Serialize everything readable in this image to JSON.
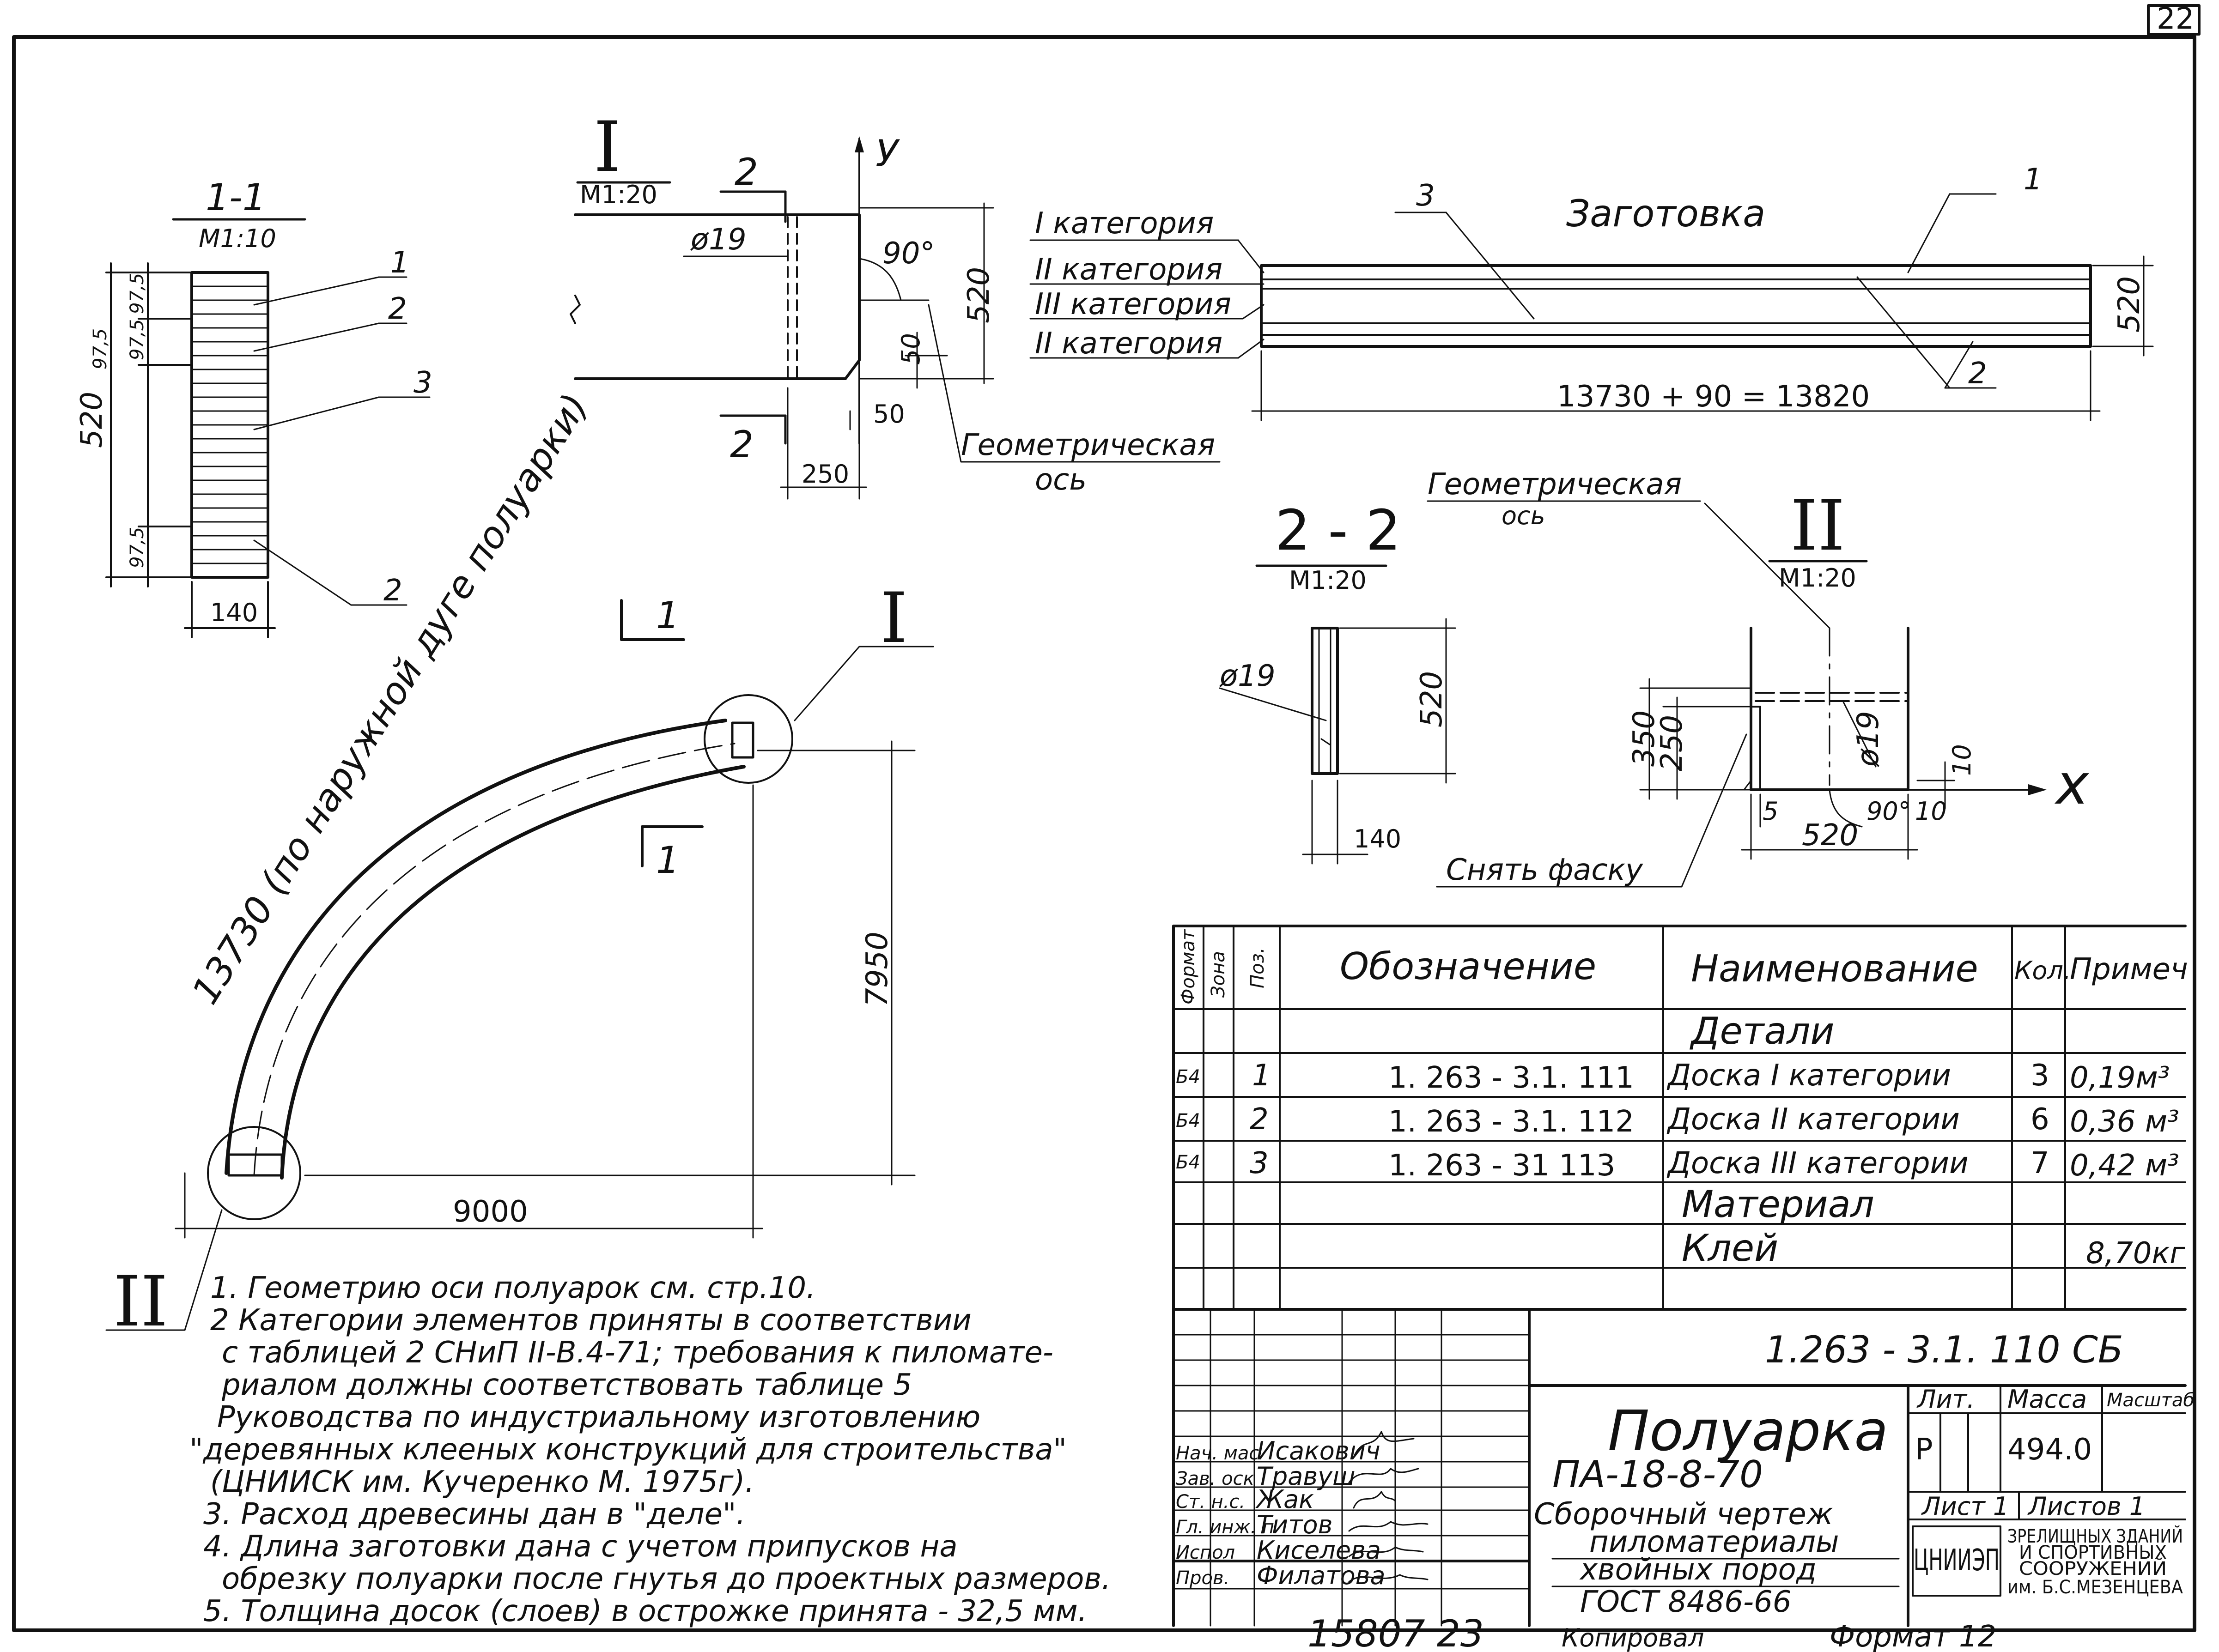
{
  "sheet": {
    "page_number": "22"
  },
  "section_1_1": {
    "title": "1-1",
    "scale": "М1:10",
    "leaders": [
      "1",
      "2",
      "3",
      "2"
    ],
    "dims": [
      "97,5",
      "97,5",
      "97,5",
      "520",
      "97,5",
      "140"
    ]
  },
  "node_I": {
    "roman": "I",
    "scale": "М1:20",
    "section_marks": [
      "2",
      "2"
    ],
    "axis_y": "У",
    "dia": "ø19",
    "angle": "90°",
    "dim_520": "520",
    "dim_50_a": "50",
    "dim_50_b": "50",
    "dim_250": "250",
    "axis_label": [
      "Геометрическая",
      "ось"
    ]
  },
  "blank": {
    "title": "Заготовка",
    "categories": [
      "I категория",
      "II категория",
      "III категория",
      "II категория"
    ],
    "leaders": [
      "3",
      "1",
      "2"
    ],
    "length": "13730 + 90 = 13820",
    "height": "520"
  },
  "section_2_2": {
    "title": "2 - 2",
    "scale": "М1:20",
    "dia": "ø19",
    "dim_520": "520",
    "dim_140": "140"
  },
  "node_II": {
    "roman": "II",
    "scale": "М1:20",
    "axis_label": [
      "Геометрическая",
      "ось"
    ],
    "dims": [
      "350",
      "250",
      "ø19",
      "10",
      "5",
      "90°",
      "10",
      "520"
    ],
    "axis_x": "x",
    "chamfer": "Снять фаску"
  },
  "arch": {
    "arc_label": "13730 (по наружной дуге полуарки)",
    "section_mark": "1",
    "section_mark_b": "1",
    "node_I": "I",
    "node_II": "II",
    "dim_height": "7950",
    "dim_width": "9000"
  },
  "notes": [
    "1. Геометрию оси полуарок см. стр.10.",
    "2 Категории элементов приняты в соответствии",
    "с таблицей 2 СНиП II-В.4-71; требования к пиломате-",
    "риалом должны соответствовать таблице 5",
    "Руководства по индустриальному изготовлению",
    "\"деревянных клееных конструкций для строительства\"",
    "(ЦНИИСК им. Кучеренко М. 1975г).",
    "3. Расход древесины дан в \"деле\".",
    "4. Длина заготовки дана с учетом припусков на",
    "обрезку полуарки после гнутья до проектных размеров.",
    "5. Толщина досок (слоев) в острожке принята - 32,5 мм."
  ],
  "spec": {
    "headers": [
      "Формат",
      "Зона",
      "Поз.",
      "Обозначение",
      "Наименование",
      "Кол.",
      "Примеч"
    ],
    "group_details": "Детали",
    "rows": [
      {
        "format": "Б4",
        "pos": "1",
        "designation": "1. 263 - 3.1. 111",
        "name": "Доска I категории",
        "qty": "3",
        "note": "0,19м³"
      },
      {
        "format": "Б4",
        "pos": "2",
        "designation": "1. 263 - 3.1. 112",
        "name": "Доска II категории",
        "qty": "6",
        "note": "0,36 м³"
      },
      {
        "format": "Б4",
        "pos": "3",
        "designation": "1. 263 - 31 113",
        "name": "Доска III категории",
        "qty": "7",
        "note": "0,42 м³"
      }
    ],
    "group_material": "Материал",
    "material": {
      "name": "Клей",
      "note": "8,70кг"
    }
  },
  "title_block": {
    "code": "1.263 - 3.1. 110 СБ",
    "name_1": "Полуарка",
    "name_2": "ПА-18-8-70",
    "doc_type": "Сборочный чертеж",
    "material_1": "пиломатериалы",
    "material_2": "хвойных пород",
    "material_3": "ГОСТ 8486-66",
    "lit_hdr": "Лит.",
    "mass_hdr": "Масса",
    "scale_hdr": "Масштаб",
    "lit": "Р",
    "mass": "494.0",
    "sheet": "Лист 1",
    "sheets": "Листов 1",
    "org_logo": "ЦНИИЭП",
    "org_name": [
      "ЗРЕЛИЩНЫХ ЗДАНИЙ",
      "И СПОРТИВНЫХ",
      "СООРУЖЕНИЙ",
      "им. Б.С.МЕЗЕНЦЕВА"
    ],
    "signatures": [
      {
        "role": "Нач. мас",
        "name": "Исакович"
      },
      {
        "role": "Зав. оск",
        "name": "Травуш"
      },
      {
        "role": "Ст. н.с.",
        "name": "Жак"
      },
      {
        "role": "Гл. инж. п",
        "name": "Титов"
      },
      {
        "role": "Испол",
        "name": "Киселева"
      },
      {
        "role": "Пров.",
        "name": "Филатова"
      }
    ],
    "bottom_number": "15807 23",
    "copied": "Копировал",
    "format": "Формат 12"
  }
}
